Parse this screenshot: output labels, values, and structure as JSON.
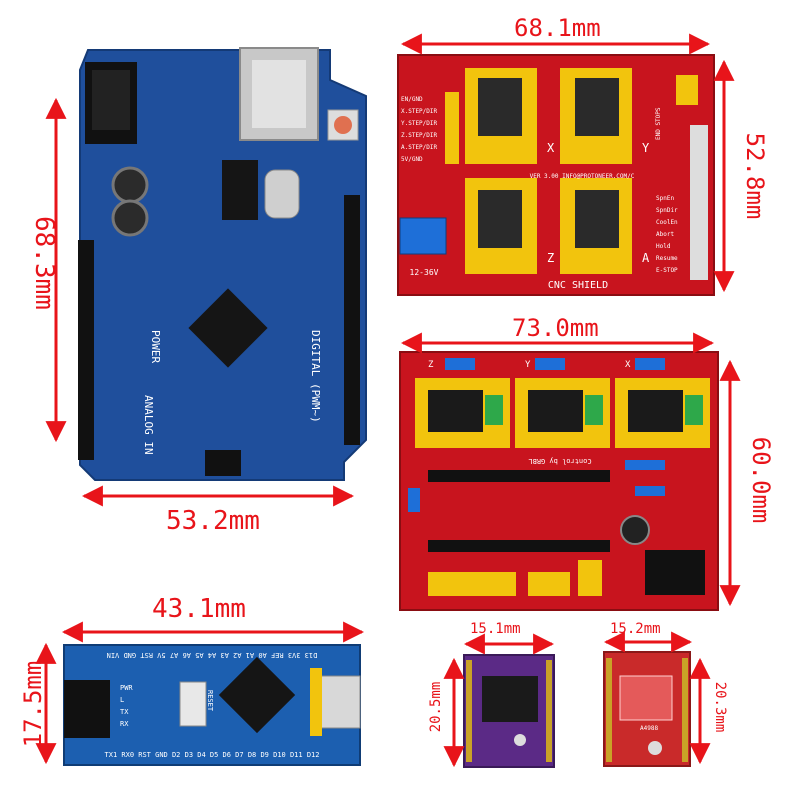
{
  "dimensions": {
    "uno_height": "68.3mm",
    "uno_width": "53.2mm",
    "cnc_v3_width": "68.1mm",
    "cnc_v3_height": "52.8mm",
    "cnc_v4_width": "73.0mm",
    "cnc_v4_height": "60.0mm",
    "nano_width": "43.1mm",
    "nano_height": "17.5mm",
    "drv8825_width": "15.1mm",
    "drv8825_height": "20.5mm",
    "a4988_width": "15.2mm",
    "a4988_height": "20.3mm"
  },
  "board_labels": {
    "uno_power": "POWER",
    "uno_analog": "ANALOG IN",
    "uno_digital": "DIGITAL (PWM~)",
    "cnc_v3_title": "CNC SHIELD",
    "cnc_v3_volt": "12-36V",
    "cnc_v3_x": "X",
    "cnc_v3_y": "Y",
    "cnc_v3_z": "Z",
    "cnc_v3_a": "A",
    "cnc_v3_left": [
      "EN/GND",
      "X.STEP/DIR",
      "Y.STEP/DIR",
      "Z.STEP/DIR",
      "A.STEP/DIR",
      "5V/GND"
    ],
    "cnc_v3_right": [
      "END STOPS",
      "SpnEn",
      "SpnDir",
      "CoolEn",
      "Abort",
      "Hold",
      "Resume",
      "E-STOP"
    ],
    "cnc_v3_url": "VER 3.00 INFO@PROTONEER.COM/C",
    "cnc_v4_axes": [
      "Z",
      "Y",
      "X"
    ],
    "cnc_v4_grbl": "Control by GRBL",
    "nano_top": "D13 3V3 REF A0 A1 A2 A3 A4 A5 A6 A7 5V RST GND VIN",
    "nano_bottom": "TX1 RX0 RST GND D2 D3 D4 D5 D6 D7 D8 D9 D10 D11 D12",
    "nano_leds": [
      "PWR",
      "L",
      "TX",
      "RX"
    ],
    "nano_reset": "RESET",
    "a4988_chip": "A4988"
  },
  "colors": {
    "dimension": "#e8141a",
    "uno_pcb": "#1f4f9c",
    "cnc_pcb": "#c8141e",
    "nano_pcb": "#1c5fb0",
    "drv8825_pcb": "#5b2a86",
    "a4988_pcb": "#c92a2a",
    "header": "#1a1a1a",
    "yellow_header": "#f2c40d"
  }
}
